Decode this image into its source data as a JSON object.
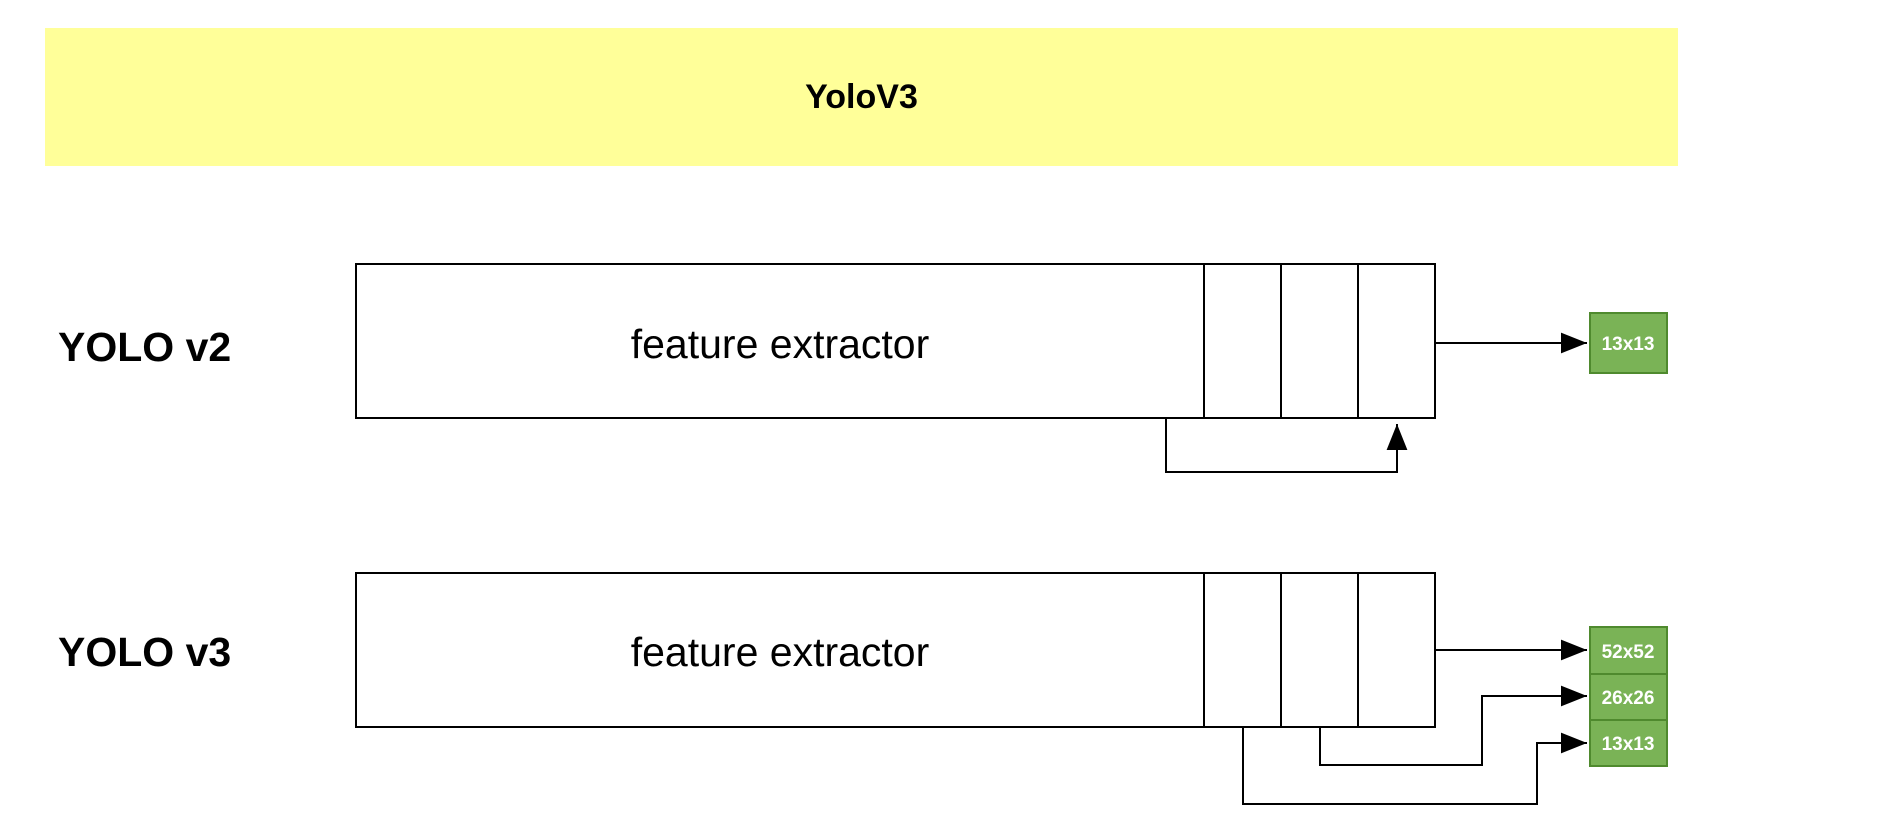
{
  "title": "YoloV3",
  "rows": [
    {
      "label": "YOLO v2",
      "extractor_label": "feature extractor",
      "outputs": [
        "13x13"
      ]
    },
    {
      "label": "YOLO v3",
      "extractor_label": "feature extractor",
      "outputs": [
        "52x52",
        "26x26",
        "13x13"
      ]
    }
  ],
  "colors": {
    "banner": "#ffff99",
    "output_fill": "#7ab356",
    "output_stroke": "#4f8a2e",
    "line": "#000000"
  }
}
